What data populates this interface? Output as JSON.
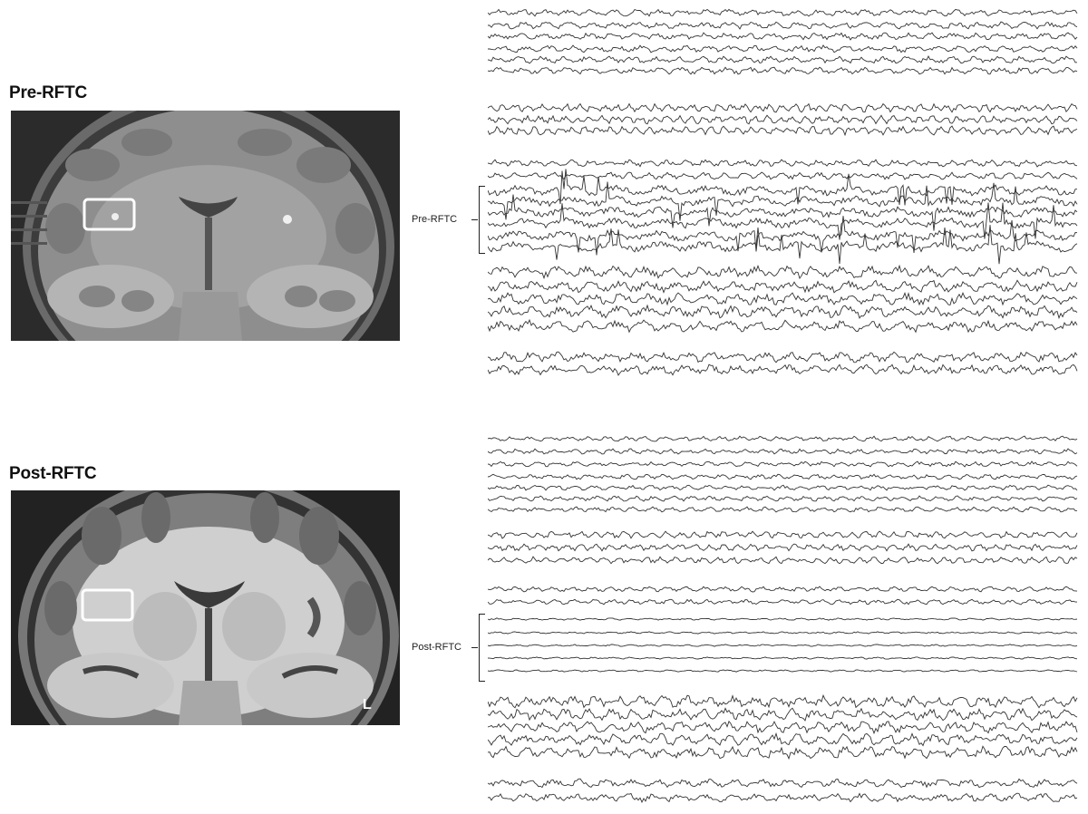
{
  "panels": {
    "pre": {
      "title": "Pre-RFTC",
      "trace_label": "Pre-RFTC"
    },
    "post": {
      "title": "Post-RFTC",
      "trace_label": "Post-RFTC",
      "side_marker": "L"
    }
  },
  "colors": {
    "trace": "#333333",
    "mri_pre_bg": "#3a3a3a",
    "mri_post_bg": "#2a2a2a",
    "roi_box": "#ffffff"
  }
}
